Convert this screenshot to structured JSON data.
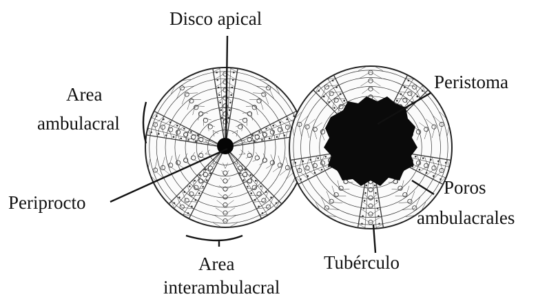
{
  "diagram": {
    "labels": {
      "disco_apical": "Disco apical",
      "area_ambulacral_1": "Area",
      "area_ambulacral_2": "ambulacral",
      "periprocto": "Periprocto",
      "area_interambulacral_1": "Area",
      "area_interambulacral_2": "interambulacral",
      "peristoma": "Peristoma",
      "poros_1": "Poros",
      "poros_2": "ambulacrales",
      "tuberculo": "Tubérculo"
    },
    "views": [
      "aboral-view",
      "oral-view"
    ],
    "ink_color": "#111111"
  }
}
